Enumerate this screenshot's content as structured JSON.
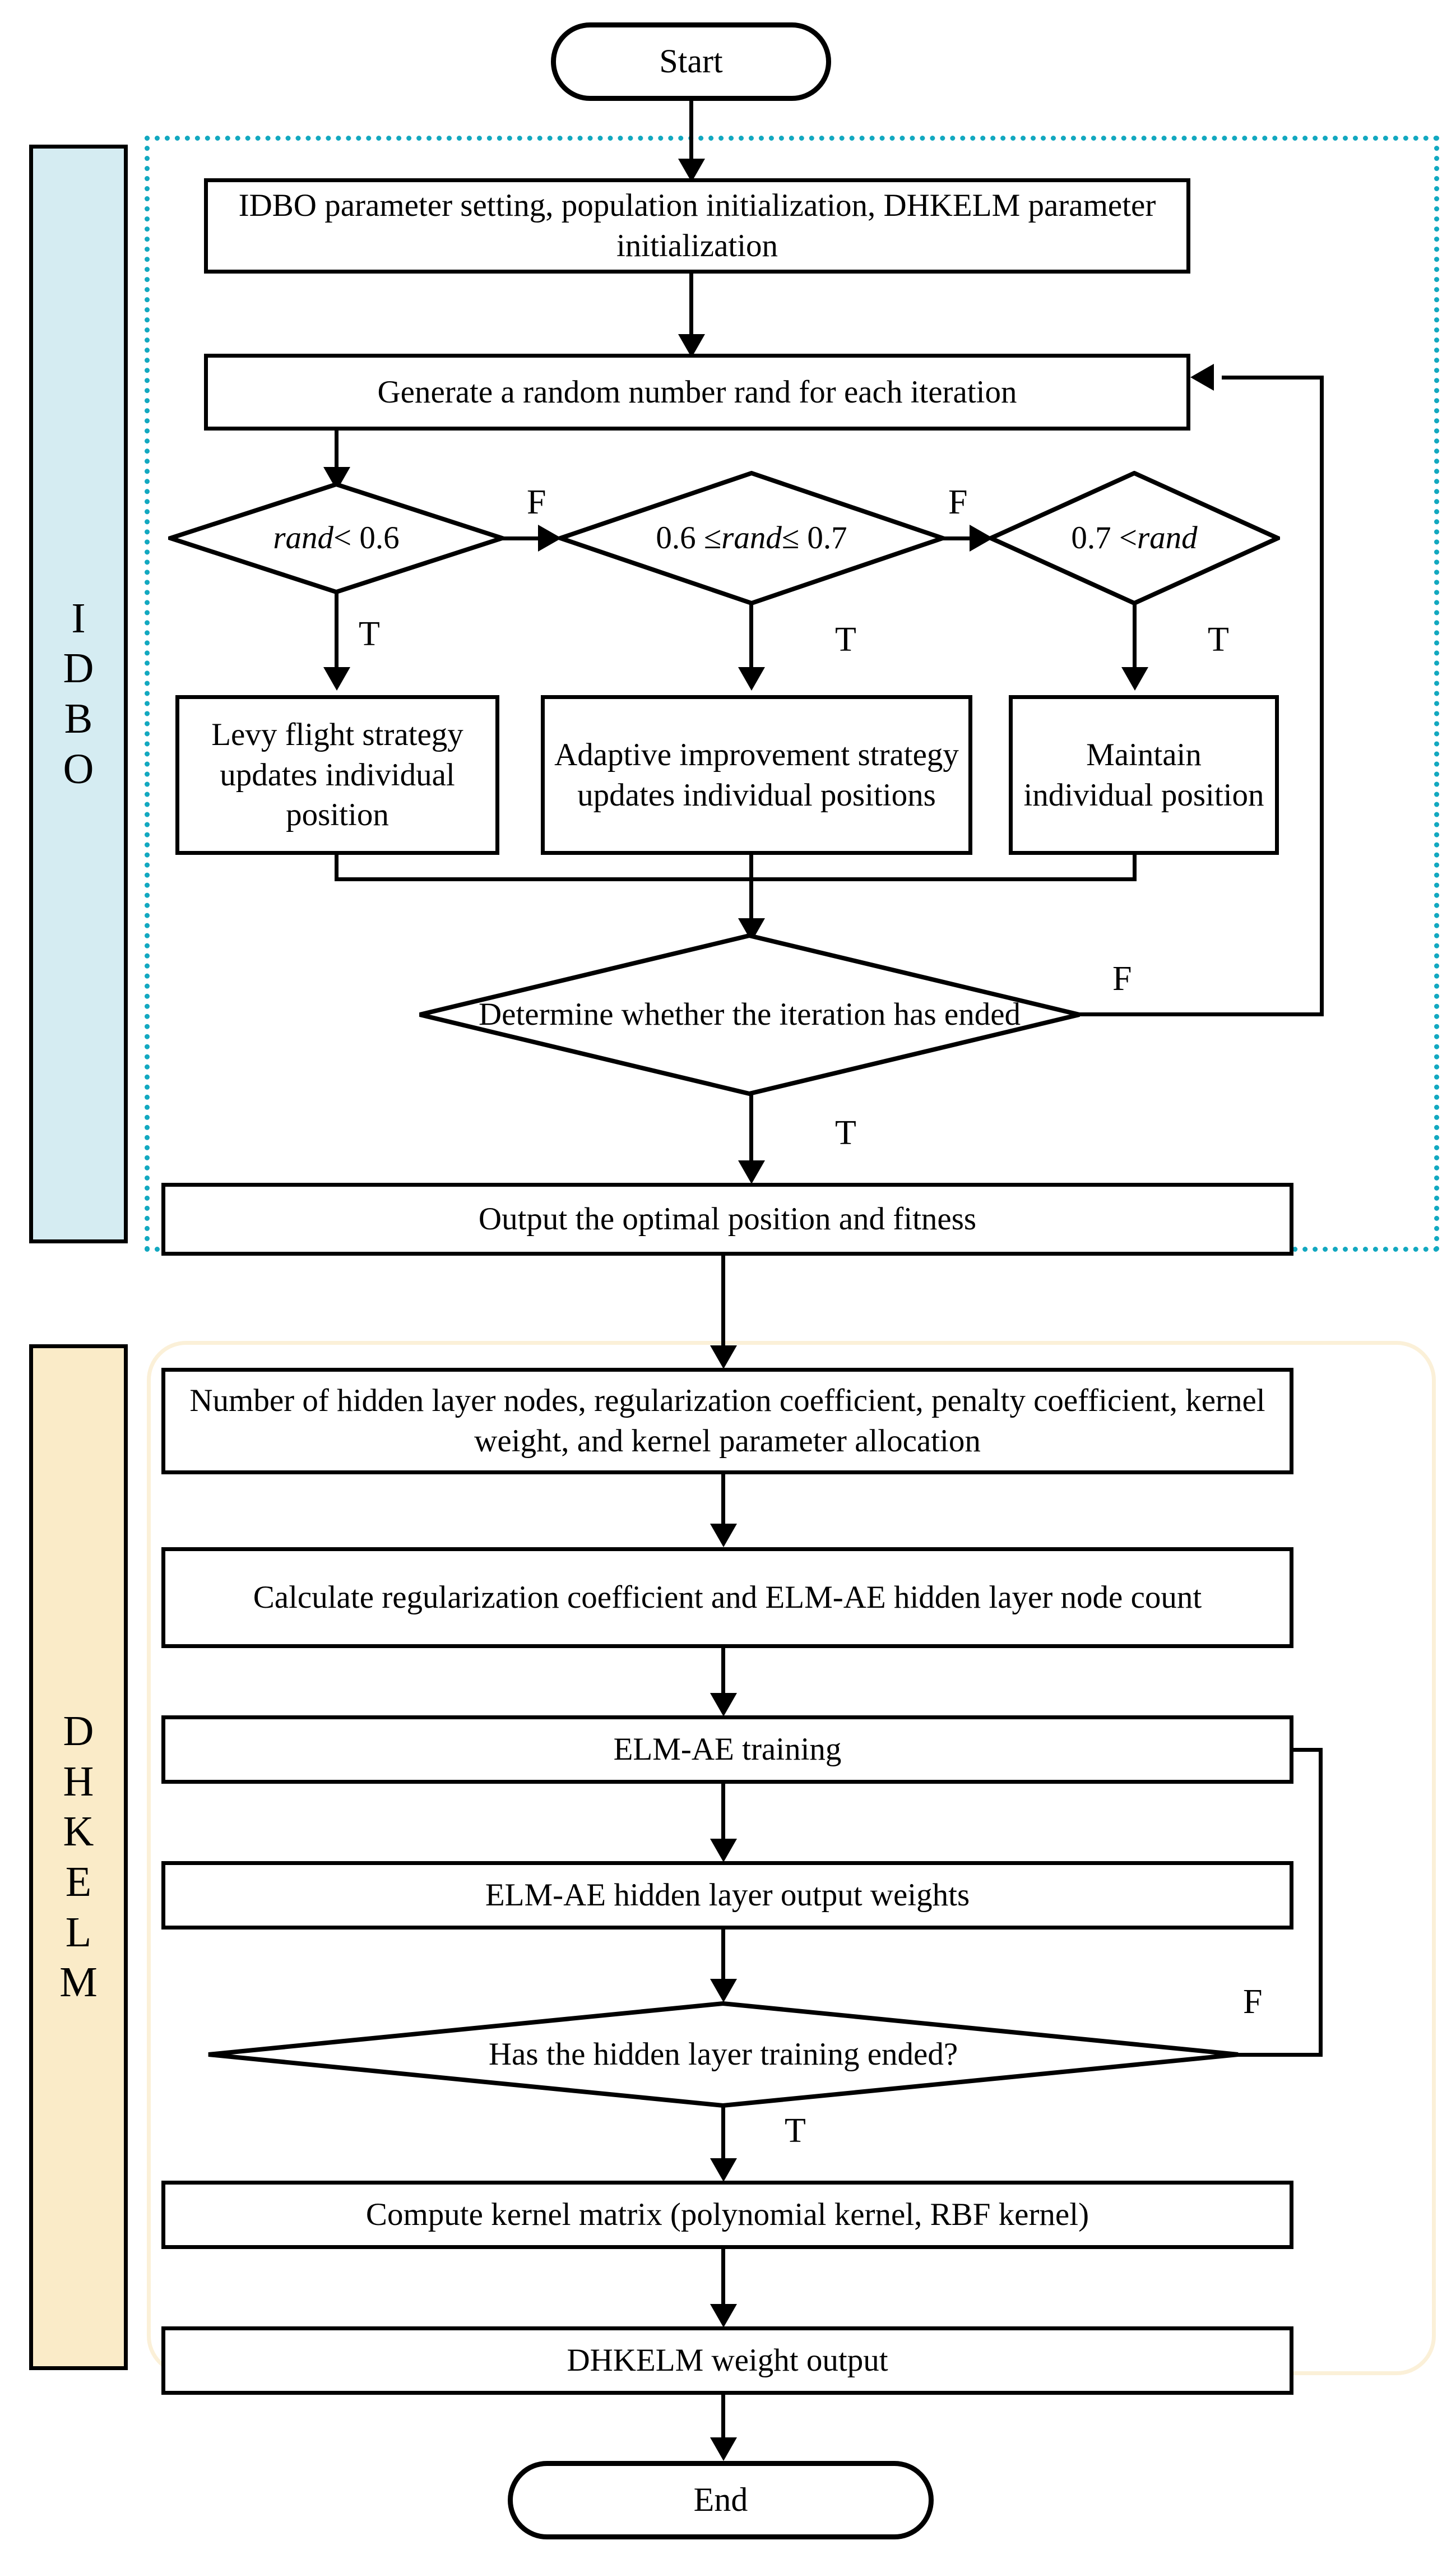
{
  "diagram": {
    "title_absent": true,
    "regions": [
      {
        "id": "idbo",
        "label_letters": [
          "I",
          "D",
          "B",
          "O"
        ],
        "label_text": "IDBO",
        "fill": "#d5ecf2",
        "border": "#12a8c0",
        "border_style": "dotted"
      },
      {
        "id": "dhkelm",
        "label_letters": [
          "D",
          "H",
          "K",
          "E",
          "L",
          "M"
        ],
        "label_text": "DHKELM",
        "fill": "#faebc8",
        "border": "#fbf0d8",
        "border_style": "solid"
      }
    ],
    "nodes": {
      "start": "Start",
      "init": "IDBO parameter setting, population initialization, DHKELM parameter initialization",
      "rand": "Generate a random number rand for each iteration",
      "d1_a": "rand",
      "d1_b": " < 0.6",
      "d2_a": "0.6 ≤ ",
      "d2_b": "rand",
      "d2_c": " ≤ 0.7",
      "d3_a": "0.7 < ",
      "d3_b": "rand",
      "levy": "Levy flight strategy updates individual position",
      "adaptive": "Adaptive improvement strategy updates individual positions",
      "maintain": "Maintain individual position",
      "iter_check": "Determine whether the iteration has ended",
      "output_opt": "Output the optimal position and fitness",
      "params": "Number of hidden layer nodes, regularization coefficient, penalty coefficient, kernel weight, and kernel parameter allocation",
      "calc_reg": "Calculate regularization coefficient and ELM-AE hidden layer node count",
      "elm_train": "ELM-AE training",
      "elm_weights": "ELM-AE hidden layer output weights",
      "hidden_check": "Has the hidden layer training ended?",
      "kernel_matrix": "Compute kernel matrix (polynomial kernel, RBF kernel)",
      "weight_output": "DHKELM weight output",
      "end": "End"
    },
    "edge_labels": {
      "f1": "F",
      "f2": "F",
      "t1": "T",
      "t2": "T",
      "t3": "T",
      "f_iter": "F",
      "t_iter": "T",
      "f_hidden": "F",
      "t_hidden": "T"
    },
    "colors": {
      "stroke": "#000000",
      "idbo_fill": "#d5ecf2",
      "dhkelm_fill": "#faebc8",
      "idbo_border": "#12a8c0",
      "dhkelm_border": "#fbf0d8",
      "background": "#ffffff"
    }
  }
}
